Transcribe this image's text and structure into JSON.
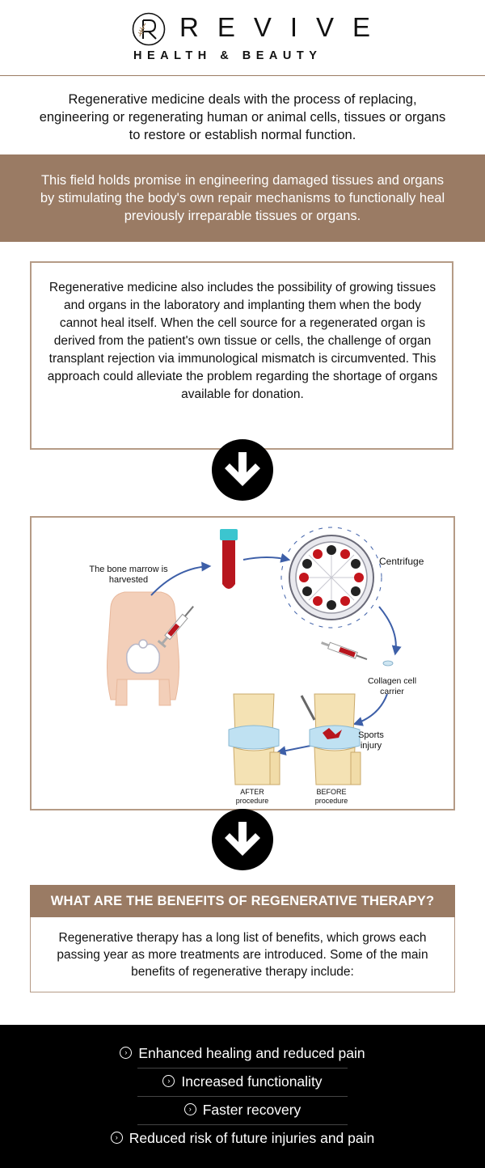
{
  "brand": {
    "name": "REVIVE",
    "tagline": "HEALTH & BEAUTY",
    "logo_icon": "r-leaf-monogram-icon"
  },
  "intro": "Regenerative medicine deals with the process of replacing, engineering or regenerating human or animal cells, tissues or organs to restore or establish normal function.",
  "promise_band": "This field holds promise in engineering damaged tissues and organs by stimulating the body's own repair mechanisms to functionally heal previously irreparable tissues or organs.",
  "lab_box": "Regenerative medicine also includes the possibility of growing tissues and organs in the laboratory and implanting them when the body cannot heal itself. When the cell source for a regenerated organ is derived from the patient's own tissue or cells, the challenge of organ transplant rejection via immunological mismatch is circumvented. This approach could alleviate the problem regarding the shortage of organs available for donation.",
  "diagram": {
    "harvest_label": "The bone marrow is harvested",
    "centrifuge_label": "Centrifuge",
    "collagen_label": "Collagen cell carrier",
    "injury_label": "Sports injury",
    "after_label": "AFTER procedure",
    "before_label": "BEFORE procedure"
  },
  "benefits": {
    "heading": "WHAT ARE THE BENEFITS OF REGENERATIVE THERAPY?",
    "intro": "Regenerative therapy has a long list of benefits, which grows each passing year as more treatments are introduced. Some of the main benefits of regenerative therapy include:",
    "items": [
      "Enhanced healing and reduced pain",
      "Increased functionality",
      "Faster recovery",
      "Reduced risk of future injuries and pain"
    ],
    "item_icon": "chevron-right-circle-icon"
  },
  "colors": {
    "accent": "#9a7b64",
    "border": "#b59b86",
    "footer_bg": "#000000",
    "blood": "#b8161e",
    "arrow_blue": "#3d5fa8"
  }
}
